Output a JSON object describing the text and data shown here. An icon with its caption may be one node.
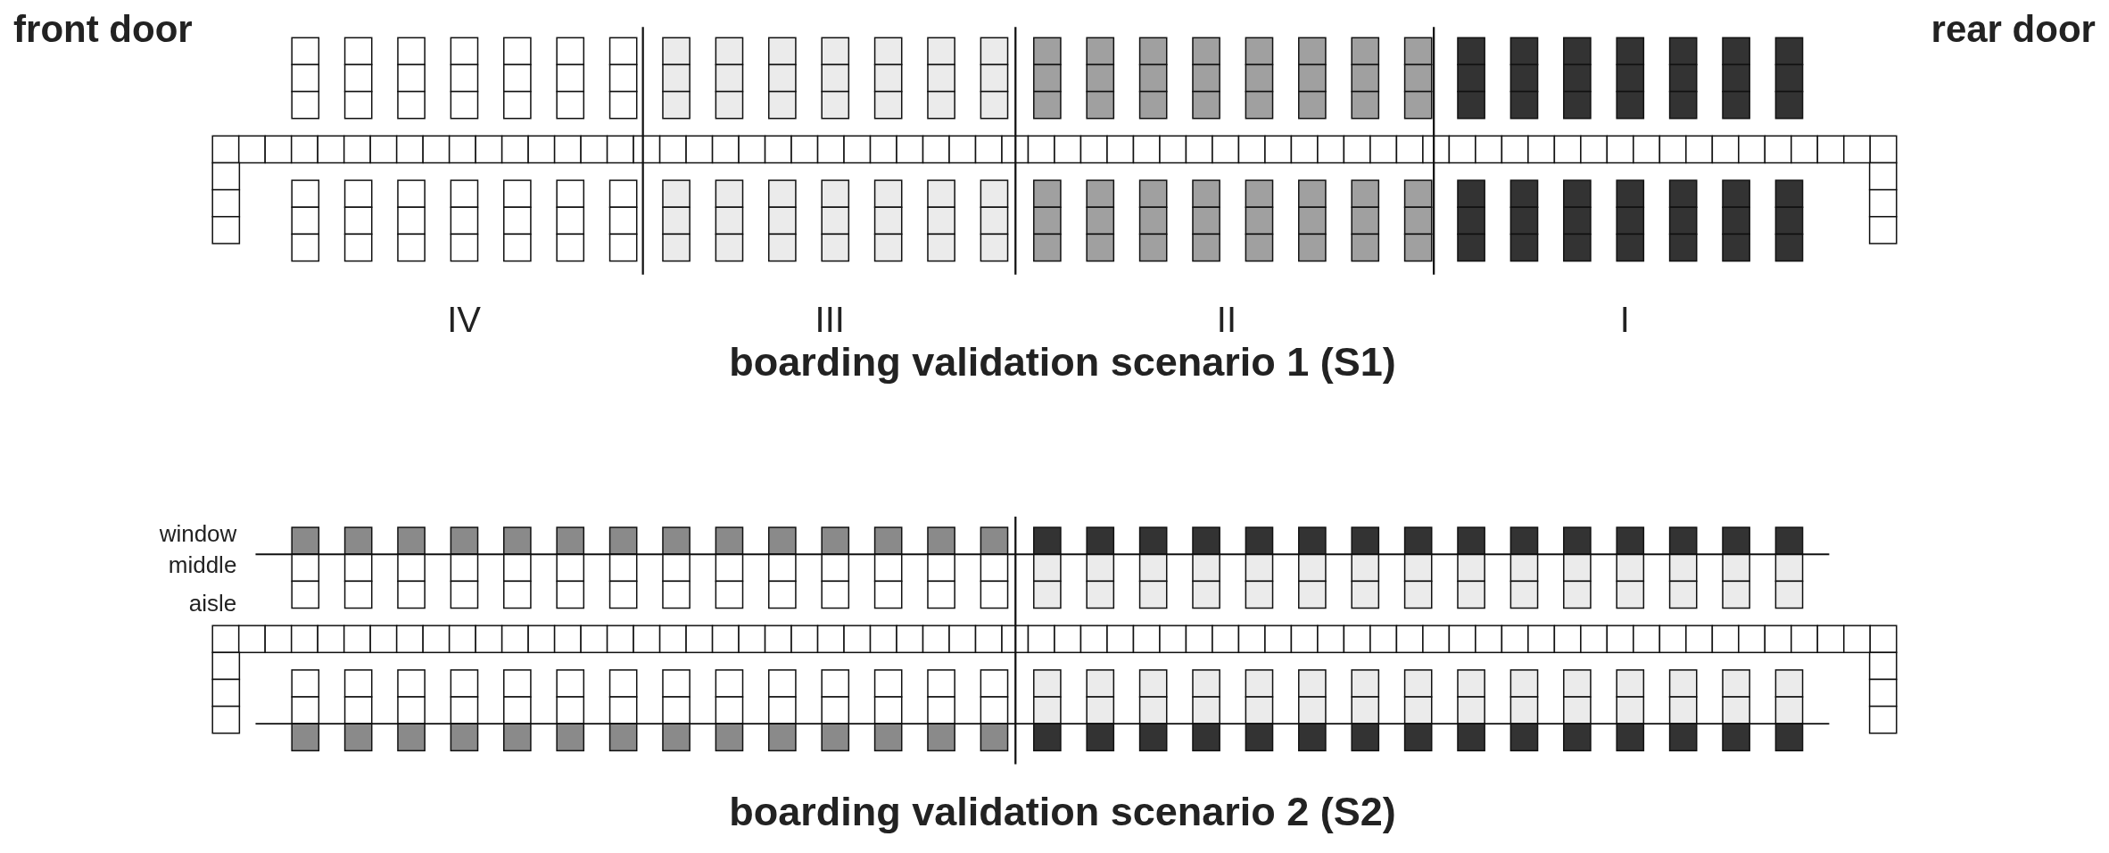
{
  "diagram": {
    "labels": [
      "front door",
      "rear door",
      "IV",
      "III",
      "II",
      "I",
      "boarding validation scenario 1 (S1)",
      "window",
      "middle",
      "aisle",
      "boarding validation scenario 2 (S2)"
    ]
  }
}
